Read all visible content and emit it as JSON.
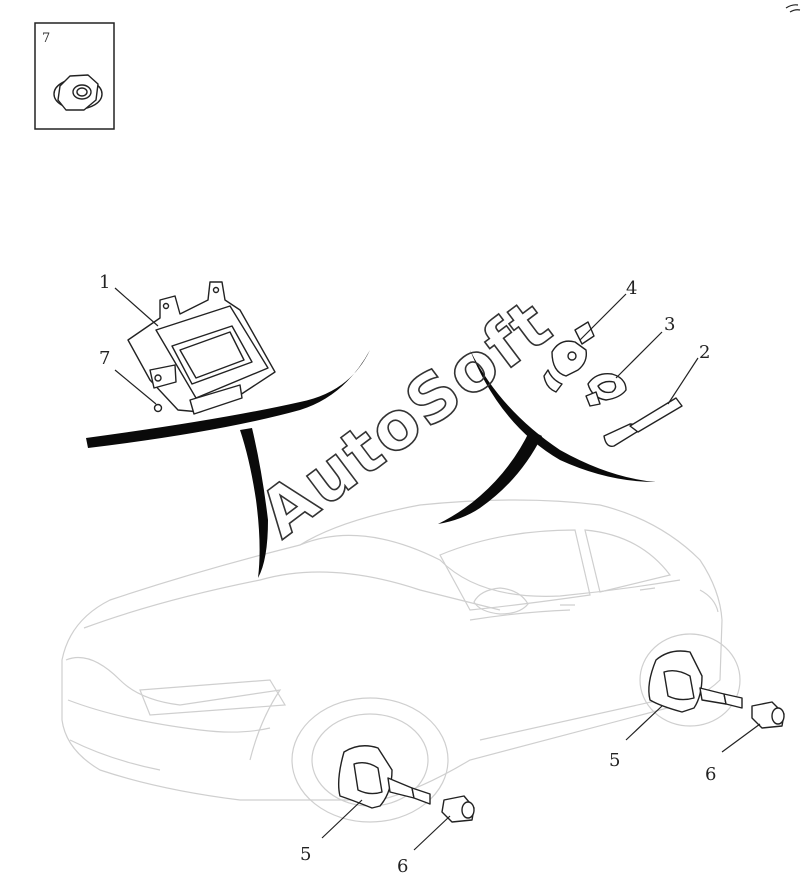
{
  "inset": {
    "number": "7"
  },
  "callouts": {
    "c1": "1",
    "c7": "7",
    "c4": "4",
    "c3": "3",
    "c2": "2",
    "c5a": "5",
    "c6a": "6",
    "c5b": "5",
    "c6b": "6"
  },
  "watermark": "AutoSoft"
}
